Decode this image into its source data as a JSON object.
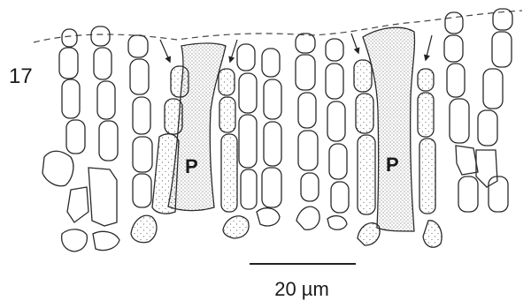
{
  "figure_number": "17",
  "cell_label_left": "P",
  "cell_label_right": "P",
  "scale_bar_label": "20 µm"
}
